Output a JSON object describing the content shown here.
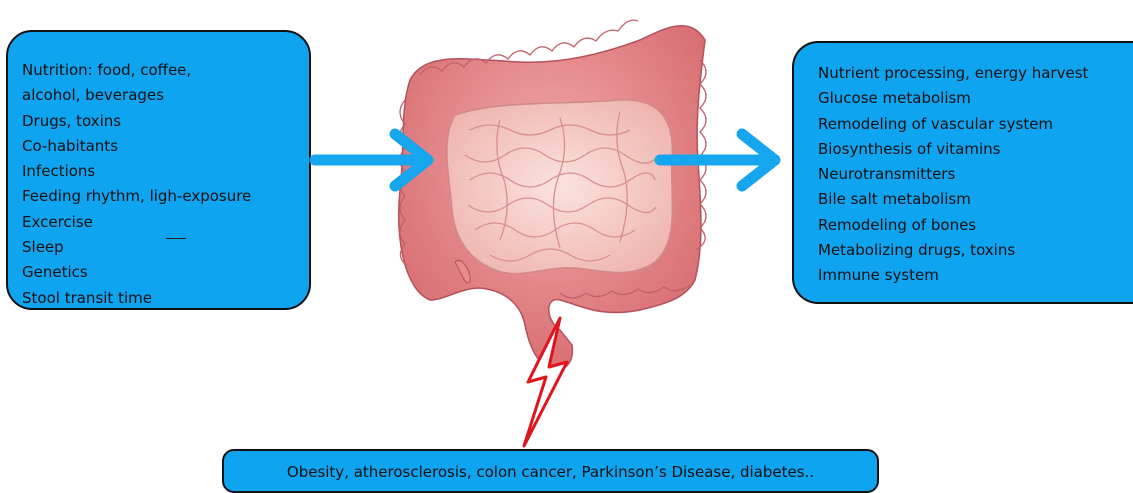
{
  "inputs": {
    "items": [
      "Nutrition: food, coffee,",
      "alcohol, beverages",
      "Drugs, toxins",
      "Co-habitants",
      "Infections",
      "Feeding rhythm, ligh-exposure",
      "Excercise",
      "Sleep",
      "Genetics",
      "Stool transit time"
    ]
  },
  "outputs": {
    "items": [
      "Nutrient processing, energy harvest",
      "Glucose metabolism",
      "Remodeling of vascular system",
      "Biosynthesis of vitamins",
      "Neurotransmitters",
      "Bile salt metabolism",
      "Remodeling of bones",
      "Metabolizing drugs, toxins",
      "Immune system"
    ]
  },
  "diseases": {
    "text": "Obesity, atherosclerosis, colon cancer, Parkinson’s Disease, diabetes.."
  },
  "colors": {
    "box_fill": "#0fa4f0",
    "arrow": "#15a6ee",
    "lightning": "#e0141c",
    "colon": "#e88b8b",
    "small_intestine": "#f4c6c2"
  },
  "icons": {
    "intestine": "intestine-illustration",
    "input_arrow": "arrow-right-icon",
    "output_arrow": "arrow-right-icon",
    "lightning": "lightning-bolt-icon"
  }
}
